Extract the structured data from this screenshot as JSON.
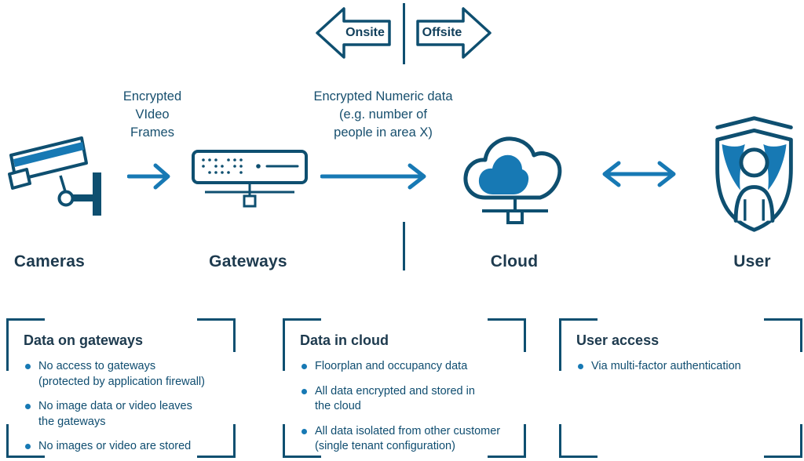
{
  "colors": {
    "navy": "#0e4f70",
    "blue": "#1779b4",
    "text_dark": "#1d3a4e"
  },
  "toggle": {
    "onsite_label": "Onsite",
    "offsite_label": "Offsite"
  },
  "flow": {
    "caption_video": "Encrypted\nVIdeo\nFrames",
    "caption_numeric": "Encrypted Numeric data\n(e.g. number of\npeople in area X)",
    "cameras_label": "Cameras",
    "gateways_label": "Gateways",
    "cloud_label": "Cloud",
    "user_label": "User"
  },
  "icons": {
    "camera": "cctv-camera-icon",
    "gateway": "gateway-device-icon",
    "cloud": "cloud-network-icon",
    "user": "shield-user-icon",
    "arrow1": "arrow-right-icon",
    "arrow2": "arrow-right-icon",
    "arrow_both": "double-arrow-icon",
    "onsite_arrow": "block-arrow-left-icon",
    "offsite_arrow": "block-arrow-right-icon"
  },
  "sections": [
    {
      "title": "Data on gateways",
      "bullets": [
        "No access to gateways\n(protected by application firewall)",
        "No image data or video leaves\nthe gateways",
        "No images or video are stored"
      ]
    },
    {
      "title": "Data in cloud",
      "bullets": [
        "Floorplan and occupancy data",
        "All data encrypted and stored in\nthe cloud",
        "All data isolated from other customer\n(single tenant configuration)"
      ]
    },
    {
      "title": "User access",
      "bullets": [
        "Via multi-factor authentication"
      ]
    }
  ]
}
